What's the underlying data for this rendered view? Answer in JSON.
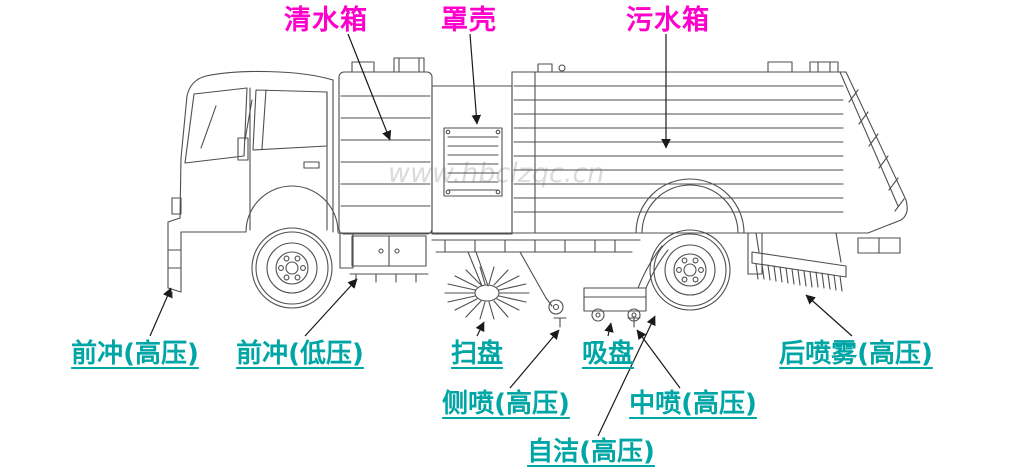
{
  "diagram": {
    "watermark": "www.hbclzqc.cn",
    "colors": {
      "top_label": "#ff00cc",
      "bottom_label": "#00a6a6",
      "drawing_line": "#4f4f4f",
      "arrow_line": "#1a1a1a",
      "background": "#ffffff"
    },
    "top_labels": [
      {
        "text": "清水箱"
      },
      {
        "text": "罩壳"
      },
      {
        "text": "污水箱"
      }
    ],
    "bottom_labels": [
      {
        "text": "前冲(高压)"
      },
      {
        "text": "前冲(低压)"
      },
      {
        "text": "扫盘"
      },
      {
        "text": "吸盘"
      },
      {
        "text": "后喷雾(高压)"
      },
      {
        "text": "侧喷(高压)"
      },
      {
        "text": "中喷(高压)"
      },
      {
        "text": "自洁(高压)"
      }
    ]
  }
}
